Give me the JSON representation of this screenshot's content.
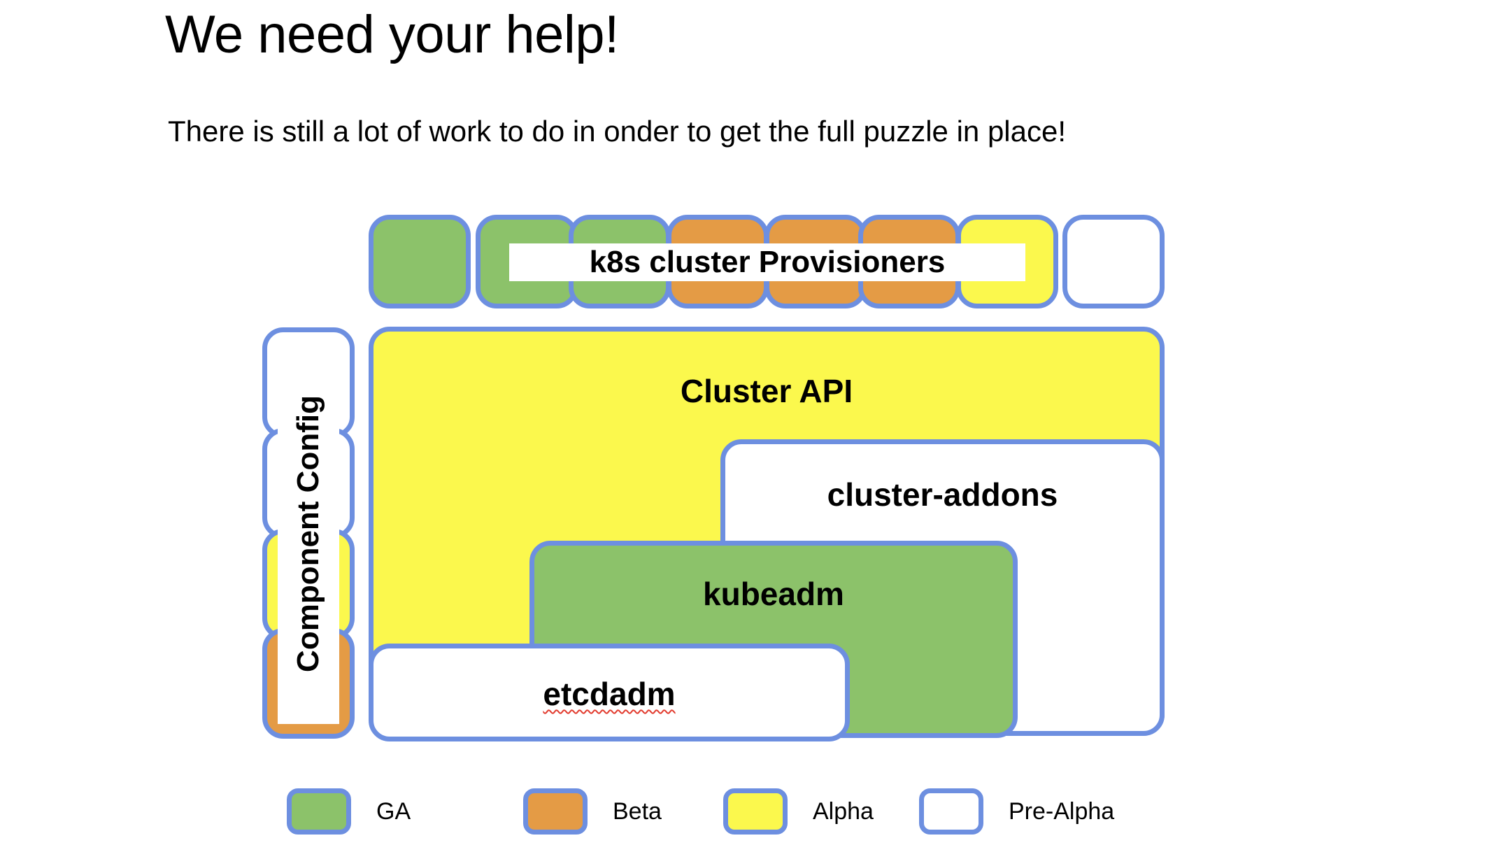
{
  "slide": {
    "title": "We need your help!",
    "subtitle": "There is still a lot of work to do in onder to get the full puzzle in place!"
  },
  "colors": {
    "ga": "#8cc26a",
    "beta": "#e49b45",
    "alpha": "#fbf84d",
    "pre_alpha": "#ffffff",
    "border": "#6d8fe0",
    "spellcheck_underline": "#e23b2e",
    "background": "#ffffff",
    "text": "#000000"
  },
  "diagram": {
    "provisioners": {
      "label": "k8s cluster Provisioners",
      "cells": [
        {
          "status": "ga"
        },
        {
          "status": "ga"
        },
        {
          "status": "ga"
        },
        {
          "status": "beta"
        },
        {
          "status": "beta"
        },
        {
          "status": "beta"
        },
        {
          "status": "alpha"
        },
        {
          "status": "pre-alpha"
        }
      ]
    },
    "component_config": {
      "label": "Component Config",
      "cells": [
        {
          "status": "pre-alpha"
        },
        {
          "status": "pre-alpha"
        },
        {
          "status": "alpha"
        },
        {
          "status": "beta"
        }
      ]
    },
    "layers": [
      {
        "label": "Cluster API",
        "status": "alpha"
      },
      {
        "label": "cluster-addons",
        "status": "pre-alpha"
      },
      {
        "label": "kubeadm",
        "status": "ga"
      },
      {
        "label": "etcdadm",
        "status": "pre-alpha",
        "spellcheck_flagged": true
      }
    ]
  },
  "legend": {
    "items": [
      {
        "label": "GA",
        "status": "ga"
      },
      {
        "label": "Beta",
        "status": "beta"
      },
      {
        "label": "Alpha",
        "status": "alpha"
      },
      {
        "label": "Pre-Alpha",
        "status": "pre-alpha"
      }
    ]
  }
}
